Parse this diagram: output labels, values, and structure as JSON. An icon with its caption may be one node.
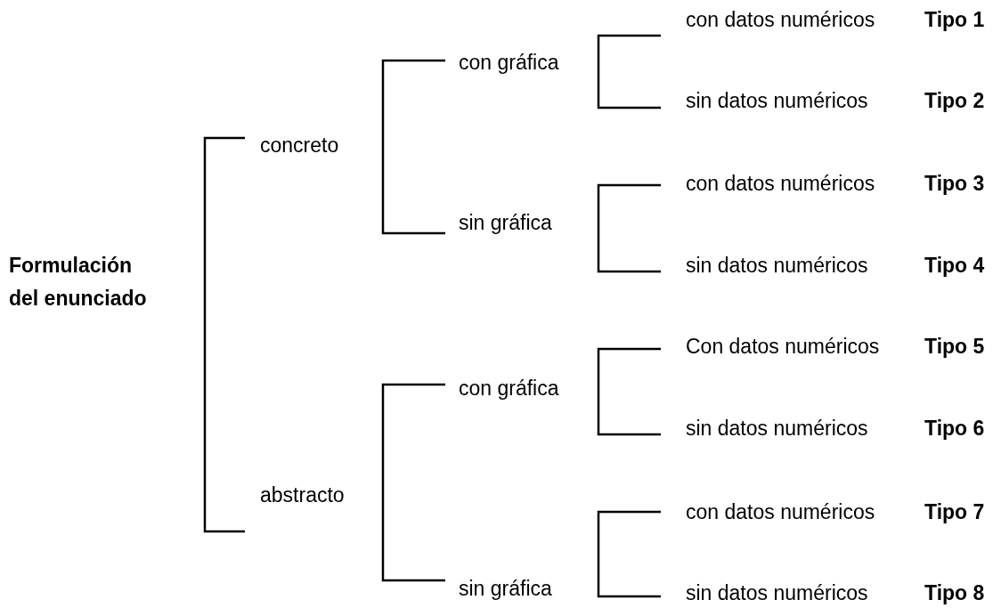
{
  "diagram": {
    "nodes": [
      {
        "text": [
          "Formulación del enunciado"
        ]
      },
      {
        "text": [
          "concreto"
        ]
      },
      {
        "text": [
          "abstracto"
        ]
      },
      {
        "text": [
          "con gráfica"
        ]
      },
      {
        "text": [
          "sin gráfica"
        ]
      },
      {
        "text": [
          "con gráfica"
        ]
      },
      {
        "text": [
          "sin gráfica"
        ]
      },
      {
        "text": [
          "con datos numéricos",
          "Tipo 1"
        ]
      },
      {
        "text": [
          "sin datos numéricos",
          "Tipo 2"
        ]
      },
      {
        "text": [
          "con datos numéricos",
          "Tipo 3"
        ]
      },
      {
        "text": [
          "sin datos numéricos",
          "Tipo 4"
        ]
      },
      {
        "text": [
          "Con datos numéricos",
          "Tipo 5"
        ]
      },
      {
        "text": [
          "sin datos numéricos",
          "Tipo 6"
        ]
      },
      {
        "text": [
          "con datos numéricos",
          "Tipo 7"
        ]
      },
      {
        "text": [
          "sin datos numéricos",
          "Tipo 8"
        ]
      }
    ],
    "edges": [
      {
        "from": 0,
        "to": 1,
        "arrow": "none"
      },
      {
        "from": 0,
        "to": 2,
        "arrow": "none"
      },
      {
        "from": 1,
        "to": 3,
        "arrow": "none"
      },
      {
        "from": 1,
        "to": 4,
        "arrow": "none"
      },
      {
        "from": 2,
        "to": 5,
        "arrow": "none"
      },
      {
        "from": 2,
        "to": 6,
        "arrow": "none"
      },
      {
        "from": 3,
        "to": 7,
        "arrow": "none"
      },
      {
        "from": 3,
        "to": 8,
        "arrow": "none"
      },
      {
        "from": 4,
        "to": 9,
        "arrow": "none"
      },
      {
        "from": 4,
        "to": 10,
        "arrow": "none"
      },
      {
        "from": 5,
        "to": 11,
        "arrow": "none"
      },
      {
        "from": 5,
        "to": 12,
        "arrow": "none"
      },
      {
        "from": 6,
        "to": 13,
        "arrow": "none"
      },
      {
        "from": 6,
        "to": 14,
        "arrow": "none"
      }
    ]
  }
}
